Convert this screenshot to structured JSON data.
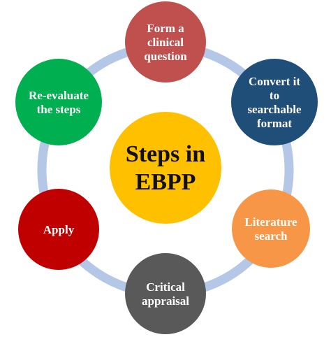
{
  "diagram": {
    "ring_color": "#b4c7e7",
    "center": {
      "lines": [
        "Steps in",
        "EBPP"
      ],
      "color": "#ffc000"
    },
    "steps": [
      {
        "lines": [
          "Form a",
          "clinical",
          "question"
        ],
        "color": "#c0504d"
      },
      {
        "lines": [
          "Convert it",
          "to",
          "searchable",
          "format"
        ],
        "color": "#1f4e79"
      },
      {
        "lines": [
          "Literature",
          "search"
        ],
        "color": "#f79646"
      },
      {
        "lines": [
          "Critical",
          "appraisal"
        ],
        "color": "#595959"
      },
      {
        "lines": [
          "Apply"
        ],
        "color": "#c00000"
      },
      {
        "lines": [
          "Re-evaluate",
          "the steps"
        ],
        "color": "#00b050"
      }
    ]
  }
}
